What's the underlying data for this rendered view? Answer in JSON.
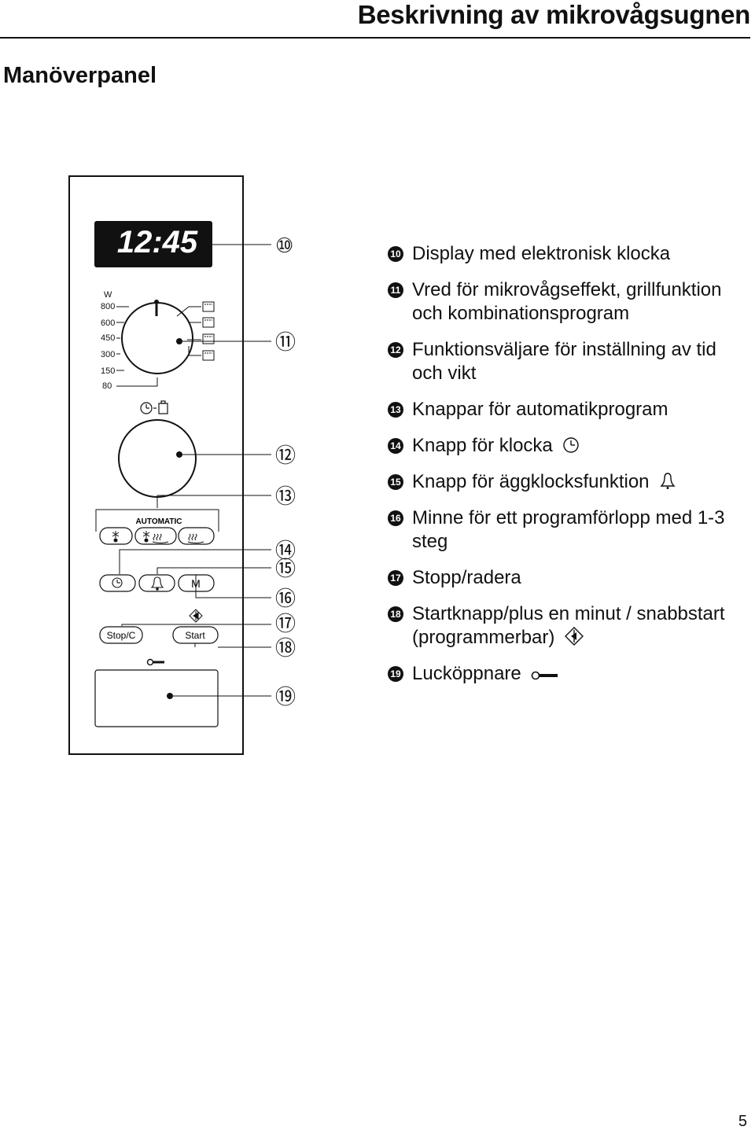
{
  "header": {
    "title": "Beskrivning av mikrovågsugnen"
  },
  "section": {
    "title": "Manöverpanel"
  },
  "panel": {
    "display_time": "12:45",
    "power_unit": "W",
    "power_levels": [
      "800",
      "600",
      "450",
      "300",
      "150",
      "80"
    ],
    "automatic_label": "AUTOMATIC",
    "memory_button": "M",
    "stop_button": "Stop/C",
    "start_button": "Start",
    "callouts": [
      "⑩",
      "⑪",
      "⑫",
      "⑬",
      "⑭",
      "⑮",
      "⑯",
      "⑰",
      "⑱",
      "⑲"
    ]
  },
  "legend": [
    {
      "num": "10",
      "text": "Display med elektronisk klocka"
    },
    {
      "num": "11",
      "text": "Vred för mikrovågseffekt, grillfunktion och kombinationsprogram"
    },
    {
      "num": "12",
      "text": "Funktionsväljare för inställning av tid och vikt"
    },
    {
      "num": "13",
      "text": "Knappar för automatikprogram"
    },
    {
      "num": "14",
      "text": "Knapp för klocka",
      "icon": "clock-icon"
    },
    {
      "num": "15",
      "text": "Knapp för äggklocksfunktion",
      "icon": "bell-icon"
    },
    {
      "num": "16",
      "text": "Minne för ett programförlopp med 1-3 steg"
    },
    {
      "num": "17",
      "text": "Stopp/radera"
    },
    {
      "num": "18",
      "text": "Startknapp/plus en minut / snabbstart (programmerbar)",
      "icon": "quickstart-icon"
    },
    {
      "num": "19",
      "text": "Lucköppnare",
      "icon": "key-icon"
    }
  ],
  "page": {
    "number": "5"
  }
}
